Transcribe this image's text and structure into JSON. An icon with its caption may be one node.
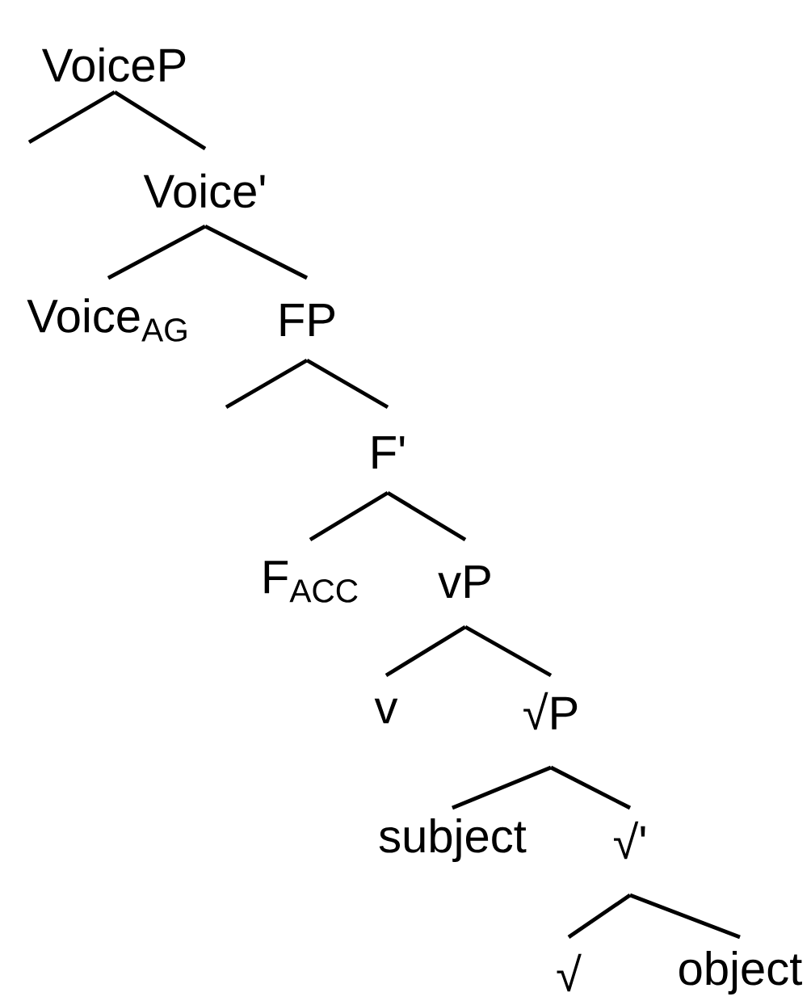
{
  "diagram": {
    "nodes": [
      {
        "text": [
          "VoiceP"
        ]
      },
      {
        "text": [
          "Voice'"
        ]
      },
      {
        "text": [
          "Voice$_{AG}$"
        ]
      },
      {
        "text": [
          "FP"
        ]
      },
      {
        "text": [
          "F'"
        ]
      },
      {
        "text": [
          "F$_{ACC}$"
        ]
      },
      {
        "text": [
          "vP"
        ]
      },
      {
        "text": [
          "v"
        ]
      },
      {
        "text": [
          "√P"
        ]
      },
      {
        "text": [
          "subject"
        ]
      },
      {
        "text": [
          "√'"
        ]
      },
      {
        "text": [
          "√"
        ]
      },
      {
        "text": [
          "object"
        ]
      }
    ],
    "edges": [
      {
        "from": 0,
        "to": null,
        "arrow": "none"
      },
      {
        "from": 0,
        "to": 1,
        "arrow": "none"
      },
      {
        "from": 1,
        "to": 2,
        "arrow": "none"
      },
      {
        "from": 1,
        "to": 3,
        "arrow": "none"
      },
      {
        "from": 3,
        "to": null,
        "arrow": "none"
      },
      {
        "from": 3,
        "to": 4,
        "arrow": "none"
      },
      {
        "from": 4,
        "to": 5,
        "arrow": "none"
      },
      {
        "from": 4,
        "to": 6,
        "arrow": "none"
      },
      {
        "from": 6,
        "to": 7,
        "arrow": "none"
      },
      {
        "from": 6,
        "to": 8,
        "arrow": "none"
      },
      {
        "from": 8,
        "to": 9,
        "arrow": "none"
      },
      {
        "from": 8,
        "to": 10,
        "arrow": "none"
      },
      {
        "from": 10,
        "to": 11,
        "arrow": "none"
      },
      {
        "from": 10,
        "to": 12,
        "arrow": "none"
      }
    ]
  }
}
